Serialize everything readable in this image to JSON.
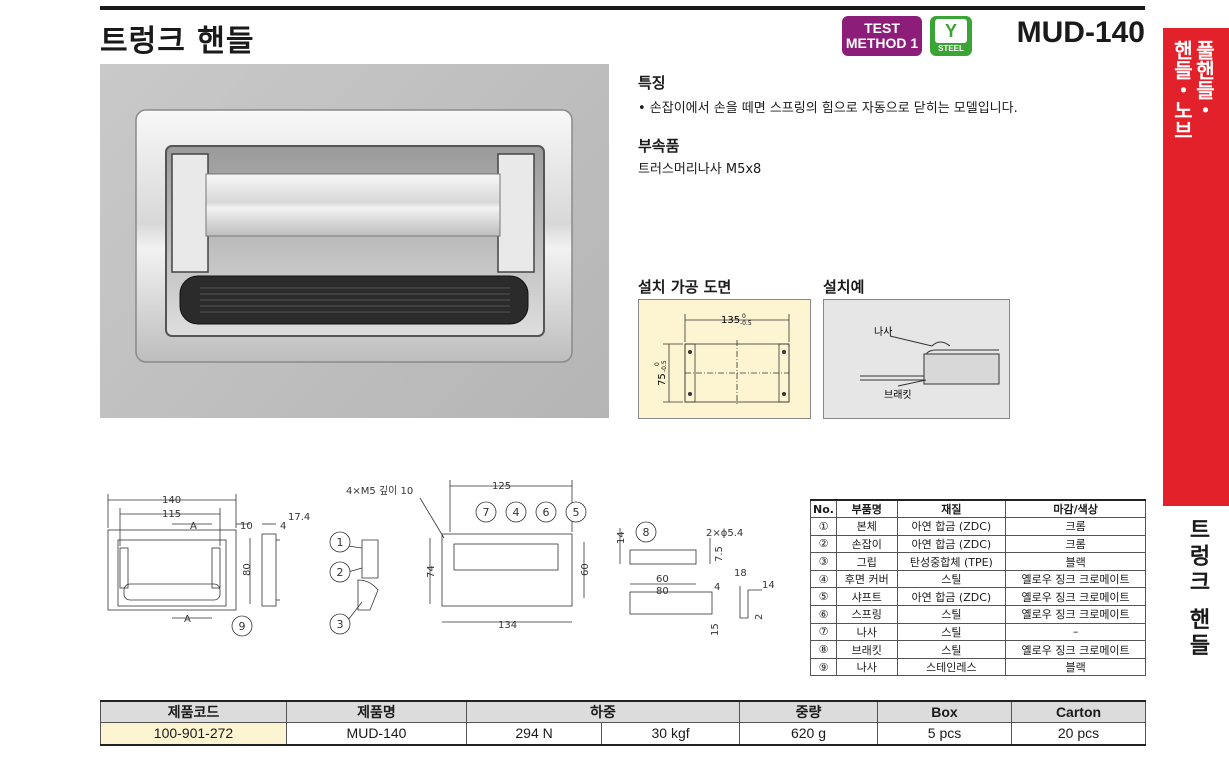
{
  "header": {
    "title": "트렁크 핸들",
    "model": "MUD-140",
    "badge_test_line1": "TEST",
    "badge_test_line2": "METHOD 1",
    "badge_steel_label": "STEEL",
    "badge_steel_icon": "Y"
  },
  "features": {
    "heading": "특징",
    "text": "• 손잡이에서 손을 떼면 스프링의 힘으로 자동으로 닫히는 모델입니다."
  },
  "accessories": {
    "heading": "부속품",
    "text": "트러스머리나사 M5x8"
  },
  "install_drawing": {
    "heading": "설치 가공 도면",
    "dim_w": "135",
    "dim_w_tol": "-0.5",
    "dim_w_tol0": "0",
    "dim_h": "75",
    "dim_h_tol": "-0.5",
    "dim_h_tol0": "0"
  },
  "install_example": {
    "heading": "설치예",
    "label_screw": "나사",
    "label_bracket": "브래킷"
  },
  "drawing_main": {
    "d140": "140",
    "d115": "115",
    "dA": "A",
    "d10": "10",
    "d4": "4",
    "d17_4": "17.4",
    "d80": "80",
    "dA2": "A",
    "n9": "9"
  },
  "drawing_section": {
    "n1": "1",
    "n2": "2",
    "n3": "3"
  },
  "drawing_back": {
    "note": "4×M5 깊이 10",
    "d125": "125",
    "d74": "74",
    "d60": "60",
    "d134": "134",
    "n7": "7",
    "n4": "4",
    "n6": "6",
    "n5": "5"
  },
  "drawing_bracket": {
    "n8": "8",
    "d14": "14",
    "holes": "2×ϕ5.4",
    "d7_5": "7.5",
    "d60": "60",
    "d4": "4",
    "d18": "18",
    "d80": "80",
    "d14b": "14",
    "d15": "15",
    "d2": "2"
  },
  "parts_table": {
    "headers": [
      "No.",
      "부품명",
      "재질",
      "마감/색상"
    ],
    "rows": [
      [
        "①",
        "본체",
        "아연 합금 (ZDC)",
        "크롬"
      ],
      [
        "②",
        "손잡이",
        "아연 합금 (ZDC)",
        "크롬"
      ],
      [
        "③",
        "그립",
        "탄성중합체 (TPE)",
        "블랙"
      ],
      [
        "④",
        "후면 커버",
        "스틸",
        "옐로우 징크 크로메이트"
      ],
      [
        "⑤",
        "샤프트",
        "아연 합금 (ZDC)",
        "옐로우 징크 크로메이트"
      ],
      [
        "⑥",
        "스프링",
        "스틸",
        "옐로우 징크 크로메이트"
      ],
      [
        "⑦",
        "나사",
        "스틸",
        "–"
      ],
      [
        "⑧",
        "브래킷",
        "스틸",
        "옐로우 징크 크로메이트"
      ],
      [
        "⑨",
        "나사",
        "스테인레스",
        "블랙"
      ]
    ]
  },
  "spec_table": {
    "h_code": "제품코드",
    "h_name": "제품명",
    "h_load": "하중",
    "h_weight": "중량",
    "h_box": "Box",
    "h_carton": "Carton",
    "code": "100-901-272",
    "name": "MUD-140",
    "load_n": "294 N",
    "load_kgf": "30 kgf",
    "weight": "620 g",
    "box": "5 pcs",
    "carton": "20 pcs"
  },
  "sidebar": {
    "category_line1": "풀핸들・",
    "category_line2": "핸들・노브",
    "current": "트렁크 핸들"
  },
  "colors": {
    "sidebar_red": "#e3212b",
    "badge_purple": "#8c1e7a",
    "badge_green": "#3aa535",
    "drawing_bg": "#fdf5d2",
    "example_bg": "#e6e6e6"
  }
}
